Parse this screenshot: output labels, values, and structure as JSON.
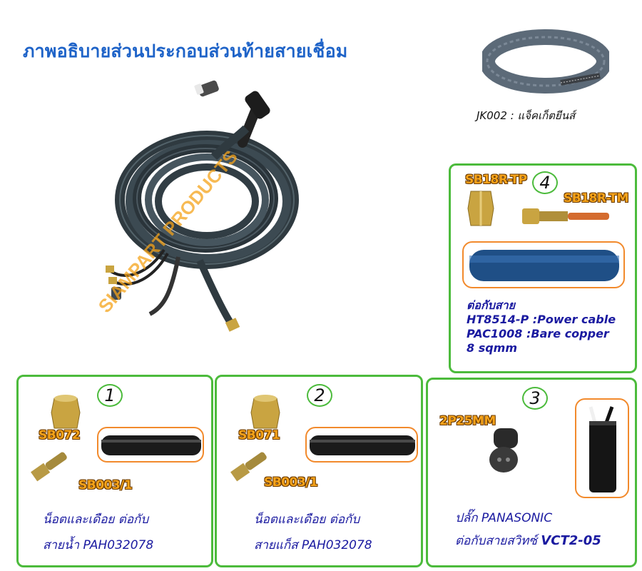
{
  "title": "ภาพอธิบายส่วนประกอบส่วนท้ายสายเชื่อม",
  "watermark": "SIAMPART PRODUCTS",
  "jacket_label": "JK002 : แจ็คเก็ตยีนส์",
  "panels": [
    {
      "number": "1",
      "nut_code": "SB072",
      "nipple_code": "SB003/1",
      "line1": "น็อตและเดือย ต่อกับ",
      "line2": "สายน้ำ PAH032078"
    },
    {
      "number": "2",
      "nut_code": "SB071",
      "nipple_code": "SB003/1",
      "line1": "น็อตและเดือย ต่อกับ",
      "line2": "สายแก็ส PAH032078"
    },
    {
      "number": "3",
      "plug_code": "2P25MM",
      "line1": "ปลั๊ก PANASONIC",
      "line2_prefix": "ต่อกับสายสวิทซ์ ",
      "line2_bold": "VCT2-05"
    },
    {
      "number": "4",
      "code_a": "SB18R-TP",
      "code_b": "SB18R-TM",
      "lines": [
        "ต่อกับสาย",
        "HT8514-P :Power cable",
        "PAC1008 :Bare copper",
        "8 sqmm"
      ]
    }
  ]
}
